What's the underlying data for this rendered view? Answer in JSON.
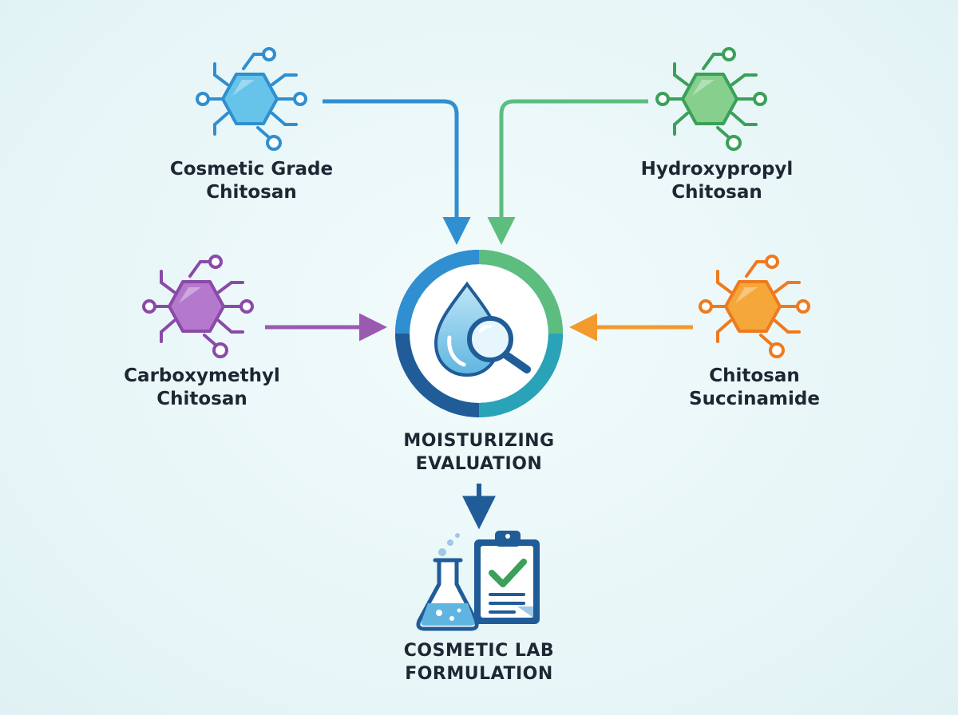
{
  "nodes": {
    "cosmetic_grade": {
      "line1": "Cosmetic Grade",
      "line2": "Chitosan",
      "color": "#2f8fd0",
      "light": "#66c4ea"
    },
    "hydroxypropyl": {
      "line1": "Hydroxypropyl",
      "line2": "Chitosan",
      "color": "#3aa05a",
      "light": "#86cf8c"
    },
    "carboxymethyl": {
      "line1": "Carboxymethyl",
      "line2": "Chitosan",
      "color": "#8a4aa8",
      "light": "#b478cc"
    },
    "succinamide": {
      "line1": "Chitosan",
      "line2": "Succinamide",
      "color": "#ef7a1e",
      "light": "#f6a73a"
    }
  },
  "center": {
    "line1": "MOISTURIZING",
    "line2": "EVALUATION",
    "icon": "water-drop-magnifier-icon"
  },
  "output": {
    "line1": "COSMETIC LAB",
    "line2": "FORMULATION",
    "icon": "flask-clipboard-icon"
  },
  "colors": {
    "arrow_blue": "#2f8fd0",
    "arrow_green": "#5cbd7e",
    "arrow_purple": "#9a5ab0",
    "arrow_orange": "#f29a2e",
    "dark_blue": "#1f5c98",
    "text": "#1d2733"
  }
}
